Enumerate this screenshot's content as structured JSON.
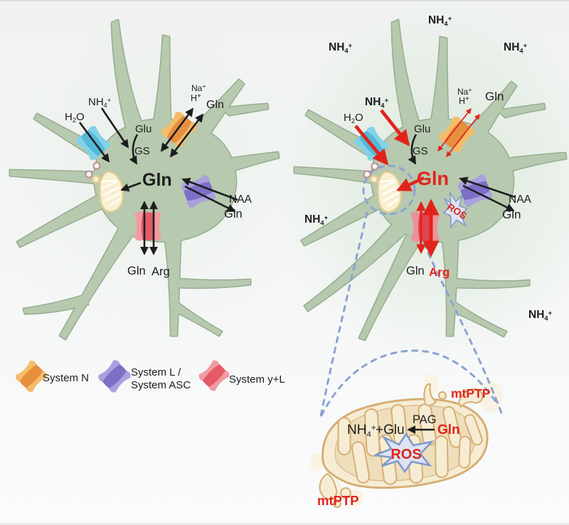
{
  "figure": {
    "description": "Astrocyte glutamine transport under normal (left) and hyperammonemia (right) conditions with mitochondrial detail"
  },
  "colors": {
    "red_accent": "#e2231c",
    "cell_green": "#b7c9ae",
    "cell_outline": "#96ad8f",
    "dashed_blue": "#8ba3d4",
    "mito_fill": "#f6ecd4",
    "mito_outline": "#d6ae74",
    "ros_fill": "#dce4f3",
    "ros_outline": "#8199cc",
    "system_n_orange": "#f5bd69",
    "system_n_orange_dark": "#e68f3f",
    "system_l_purple": "#a8a1de",
    "system_l_purple_dark": "#7b70c6",
    "system_yl_pink": "#f19ba2",
    "system_yl_pink_dark": "#e25b66",
    "aquaporin_cyan": "#82d2e8",
    "aquaporin_cyan_dark": "#54b9d6"
  },
  "molecules": {
    "nh4": {
      "base": "NH",
      "sub": "4",
      "sup": "+"
    },
    "h2o": {
      "base": "H",
      "sub": "2",
      "tail": "O"
    },
    "na": {
      "base": "Na",
      "sup": "+"
    },
    "h": {
      "base": "H",
      "sup": "+"
    }
  },
  "left_cell": {
    "glu": "Glu",
    "gs": "GS",
    "center": "Gln",
    "gln_top": "Gln",
    "naa": "NAA",
    "gln_right": "Gln",
    "gln_bottom": "Gln",
    "arg": "Arg"
  },
  "right_cell": {
    "glu": "Glu",
    "gs": "GS",
    "center": "Gln",
    "gln_top": "Gln",
    "naa": "NAA",
    "gln_right": "Gln",
    "gln_bottom": "Gln",
    "arg": "Arg",
    "ros": "ROS"
  },
  "mito_view": {
    "pag": "PAG",
    "plus_glu": "+Glu",
    "gln": "Gln",
    "ros": "ROS",
    "mtptp_top": "mtPTP",
    "mtptp_bottom": "mtPTP"
  },
  "legend": {
    "system_n": "System N",
    "system_l_line1": "System L /",
    "system_l_line2": "System ASC",
    "system_yl": "System y+L"
  }
}
